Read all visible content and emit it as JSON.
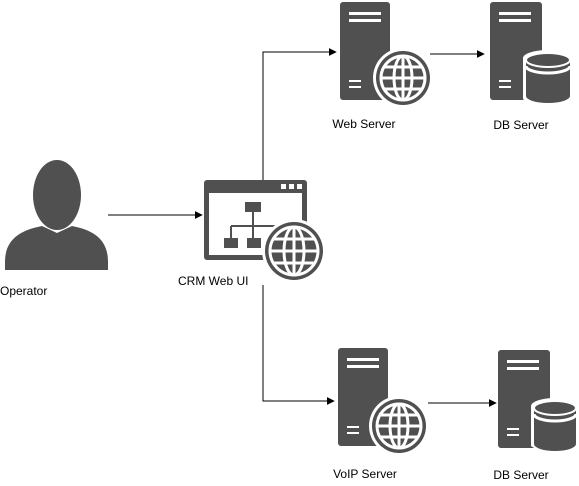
{
  "nodes": {
    "operator": {
      "label": "Operator",
      "icon": "user-icon"
    },
    "crm": {
      "label": "CRM Web UI",
      "icon": "web-app-globe-icon"
    },
    "web_server": {
      "label": "Web Server",
      "icon": "server-globe-icon"
    },
    "db_top": {
      "label": "DB Server",
      "icon": "server-database-icon"
    },
    "voip_server": {
      "label": "VoIP Server",
      "icon": "server-globe-icon"
    },
    "db_bottom": {
      "label": "DB Server",
      "icon": "server-database-icon"
    }
  },
  "edges": [
    {
      "from": "operator",
      "to": "crm"
    },
    {
      "from": "crm",
      "to": "web_server"
    },
    {
      "from": "crm",
      "to": "voip_server"
    },
    {
      "from": "web_server",
      "to": "db_top"
    },
    {
      "from": "voip_server",
      "to": "db_bottom"
    }
  ],
  "colors": {
    "icon": "#505050",
    "icon_light": "#ffffff",
    "line": "#000000",
    "text": "#000000"
  }
}
